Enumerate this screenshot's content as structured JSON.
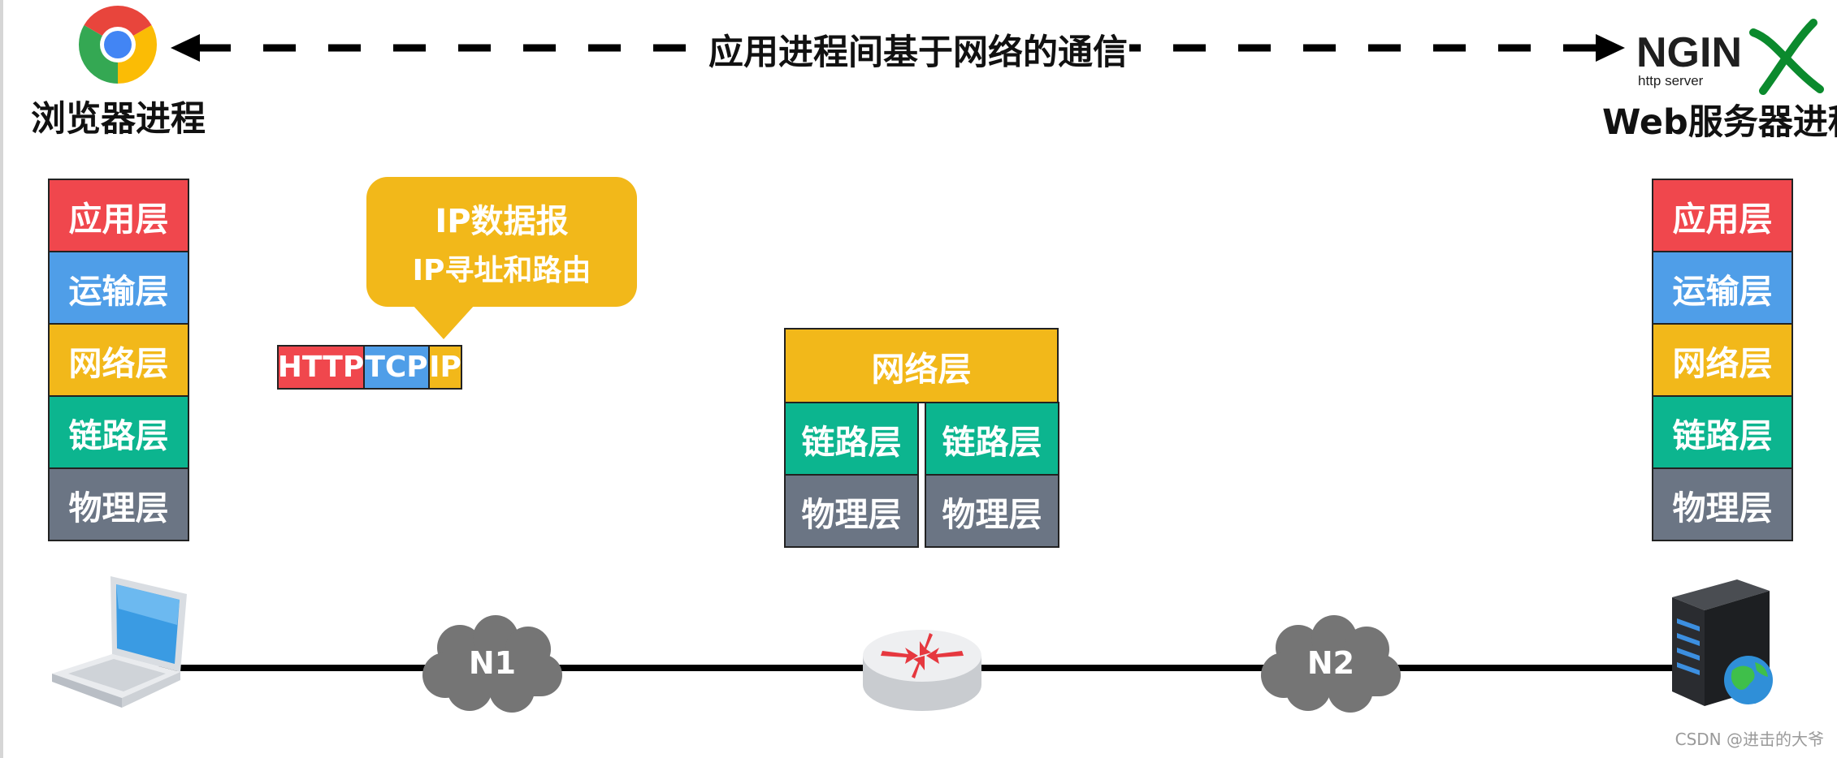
{
  "header": {
    "comm_label": "应用进程间基于网络的通信",
    "left_process": "浏览器进程",
    "right_process": "Web服务器进程",
    "nginx_logo": "NGINX",
    "nginx_sub": "http server"
  },
  "host_layers": [
    "应用层",
    "运输层",
    "网络层",
    "链路层",
    "物理层"
  ],
  "server_layers": [
    "应用层",
    "运输层",
    "网络层",
    "链路层",
    "物理层"
  ],
  "callout": {
    "title": "IP数据报",
    "subtitle": "IP寻址和路由"
  },
  "packet": [
    "HTTP",
    "TCP",
    "IP"
  ],
  "router": {
    "network": "网络层",
    "left": [
      "链路层",
      "物理层"
    ],
    "right": [
      "链路层",
      "物理层"
    ]
  },
  "networks": [
    "N1",
    "N2"
  ],
  "colors": {
    "app": "#f0474d",
    "transport": "#4f9ee8",
    "network": "#f2b81a",
    "link": "#0cb58f",
    "physical": "#6b7584"
  },
  "watermark": "CSDN @进击的大爷"
}
